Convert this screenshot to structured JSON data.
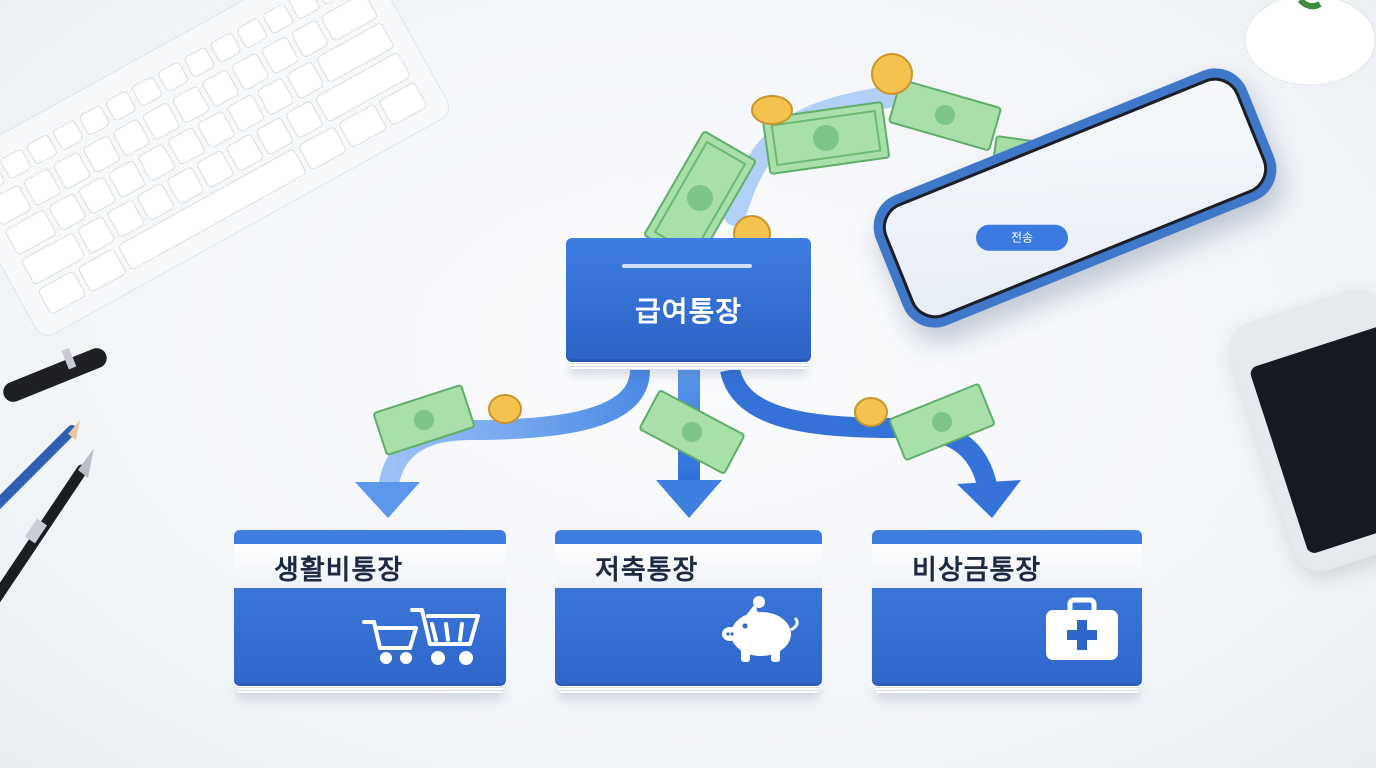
{
  "main_account": {
    "label": "급여통장"
  },
  "sub_accounts": [
    {
      "label": "생활비통장",
      "icon": "shopping-cart-icon"
    },
    {
      "label": "저축통장",
      "icon": "piggy-bank-icon"
    },
    {
      "label": "비상금통장",
      "icon": "first-aid-kit-icon"
    }
  ],
  "phone": {
    "button_label": "전송"
  },
  "colors": {
    "accent": "#2f66c9",
    "arrow": "#4f8ee6",
    "money": "#8fd39a",
    "coin": "#f3c24f"
  }
}
